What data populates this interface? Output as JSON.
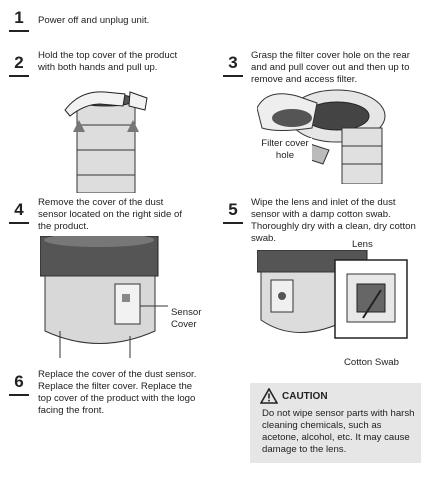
{
  "steps": [
    {
      "number": "1",
      "text": "Power off and unplug unit."
    },
    {
      "number": "2",
      "text": "Hold the top cover of the product with both hands and pull up."
    },
    {
      "number": "3",
      "text": "Grasp the filter cover hole on the rear and and pull cover out and then up to remove and access filter."
    },
    {
      "number": "4",
      "text": "Remove the cover of the dust sensor located on the right side of the product."
    },
    {
      "number": "5",
      "text": "Wipe the lens and inlet of the dust sensor with a damp cotton swab. Thoroughly dry with a clean, dry cotton swab."
    },
    {
      "number": "6",
      "text": "Replace the cover of the dust sensor. Replace the filter cover. Replace the top cover of the product with the logo facing the front."
    }
  ],
  "labels": {
    "filter_cover_hole": "Filter cover hole",
    "sensor_cover": "Sensor Cover",
    "lens": "Lens",
    "cotton_swab": "Cotton Swab"
  },
  "caution": {
    "title": "CAUTION",
    "text": "Do not wipe sensor parts with harsh cleaning chemicals, such as acetone, alcohol, etc. It may cause damage to the lens."
  },
  "icons": {
    "caution": "warning-triangle-icon"
  }
}
